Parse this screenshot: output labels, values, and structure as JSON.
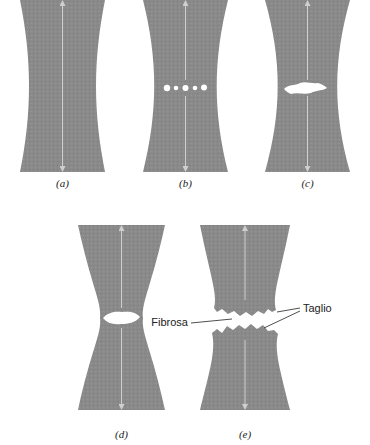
{
  "diagram": {
    "labels": [
      "(a)",
      "(b)",
      "(c)",
      "(d)",
      "(e)",
      "Fibrosa",
      "Taglio"
    ]
  }
}
